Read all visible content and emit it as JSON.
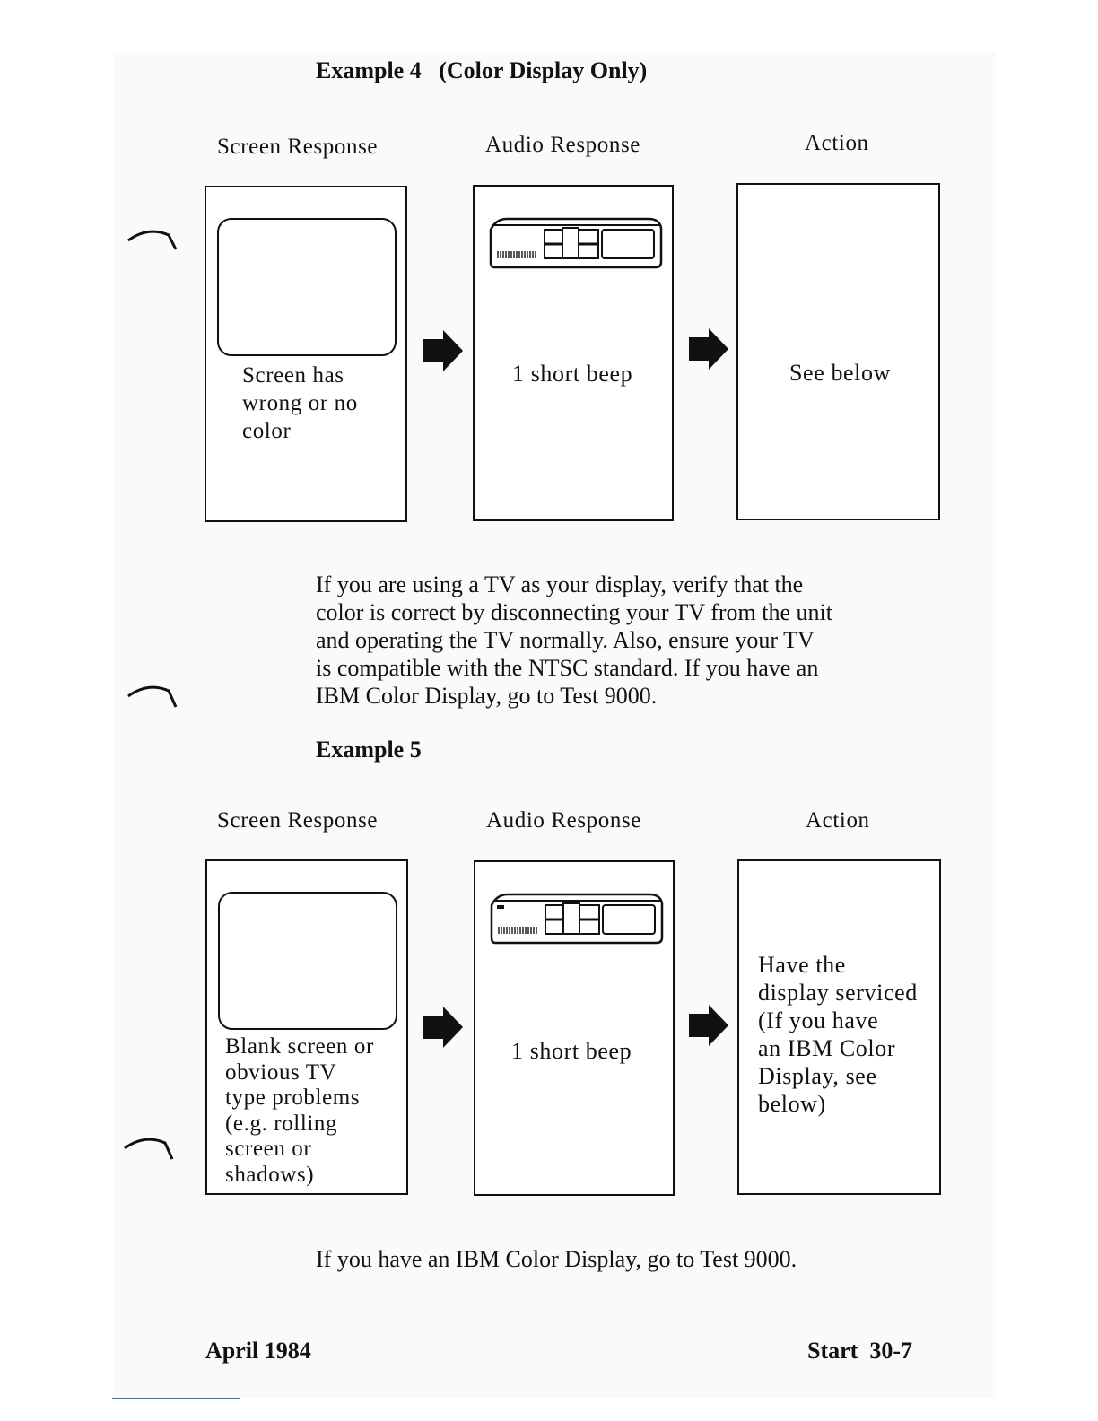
{
  "example4": {
    "title": "Example 4",
    "subtitle": "(Color Display Only)",
    "col_screen": "Screen Response",
    "col_audio": "Audio Response",
    "col_action": "Action",
    "screen_text": [
      "Screen has",
      "wrong or no",
      "color"
    ],
    "audio_text": "1 short beep",
    "action_text": "See below"
  },
  "paragraph1": [
    "If you are using a TV as your display, verify that the",
    "color is correct by disconnecting your TV from the unit",
    "and operating the TV normally.  Also, ensure your TV",
    "is compatible with the NTSC standard.  If you have an",
    "IBM Color Display, go to Test 9000."
  ],
  "example5": {
    "title": "Example 5",
    "col_screen": "Screen Response",
    "col_audio": "Audio Response",
    "col_action": "Action",
    "screen_text": [
      "Blank screen or",
      "obvious TV",
      "type problems",
      "(e.g. rolling",
      "screen or",
      "shadows)"
    ],
    "audio_text": "1 short beep",
    "action_text": [
      "Have the",
      "display serviced",
      "(If you have",
      "an IBM Color",
      "Display, see",
      "below)"
    ]
  },
  "paragraph2": "If you have an IBM Color Display, go to Test 9000.",
  "footer": {
    "date": "April 1984",
    "page": "Start  30-7"
  },
  "icons": [
    "punch-hole-icon",
    "arrow-right-icon",
    "system-unit-icon"
  ]
}
